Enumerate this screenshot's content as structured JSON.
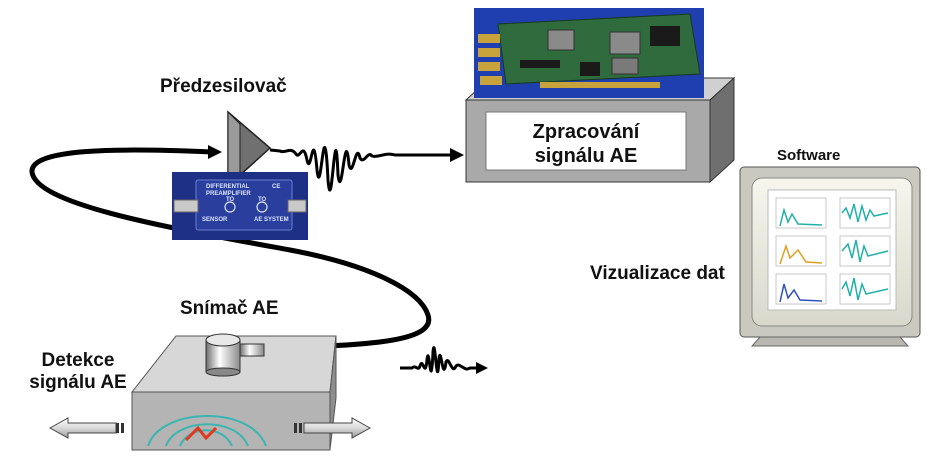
{
  "labels": {
    "preamplifier": "Předzesilovač",
    "processing_line1": "Zpracování",
    "processing_line2": "signálu AE",
    "software": "Software",
    "visualization": "Vizualizace dat",
    "sensor": "Snímač AE",
    "detection_line1": "Detekce",
    "detection_line2": "signálu AE"
  },
  "preamp_photo": {
    "line1": "DIFFERENTIAL",
    "line2": "PREAMPLIFIER",
    "left_label": "SENSOR",
    "right_label": "AE SYSTEM",
    "left_to": "TO",
    "right_to": "TO",
    "ce_mark": "CE"
  },
  "colors": {
    "board_bg": "#1f3fb0",
    "circuit_green": "#2f6b3c",
    "preamp_box": "#2a3e9e",
    "monitor_plot": "#20b0a8",
    "wave_arc": "#3ab5b0",
    "crack": "#e0381c"
  }
}
